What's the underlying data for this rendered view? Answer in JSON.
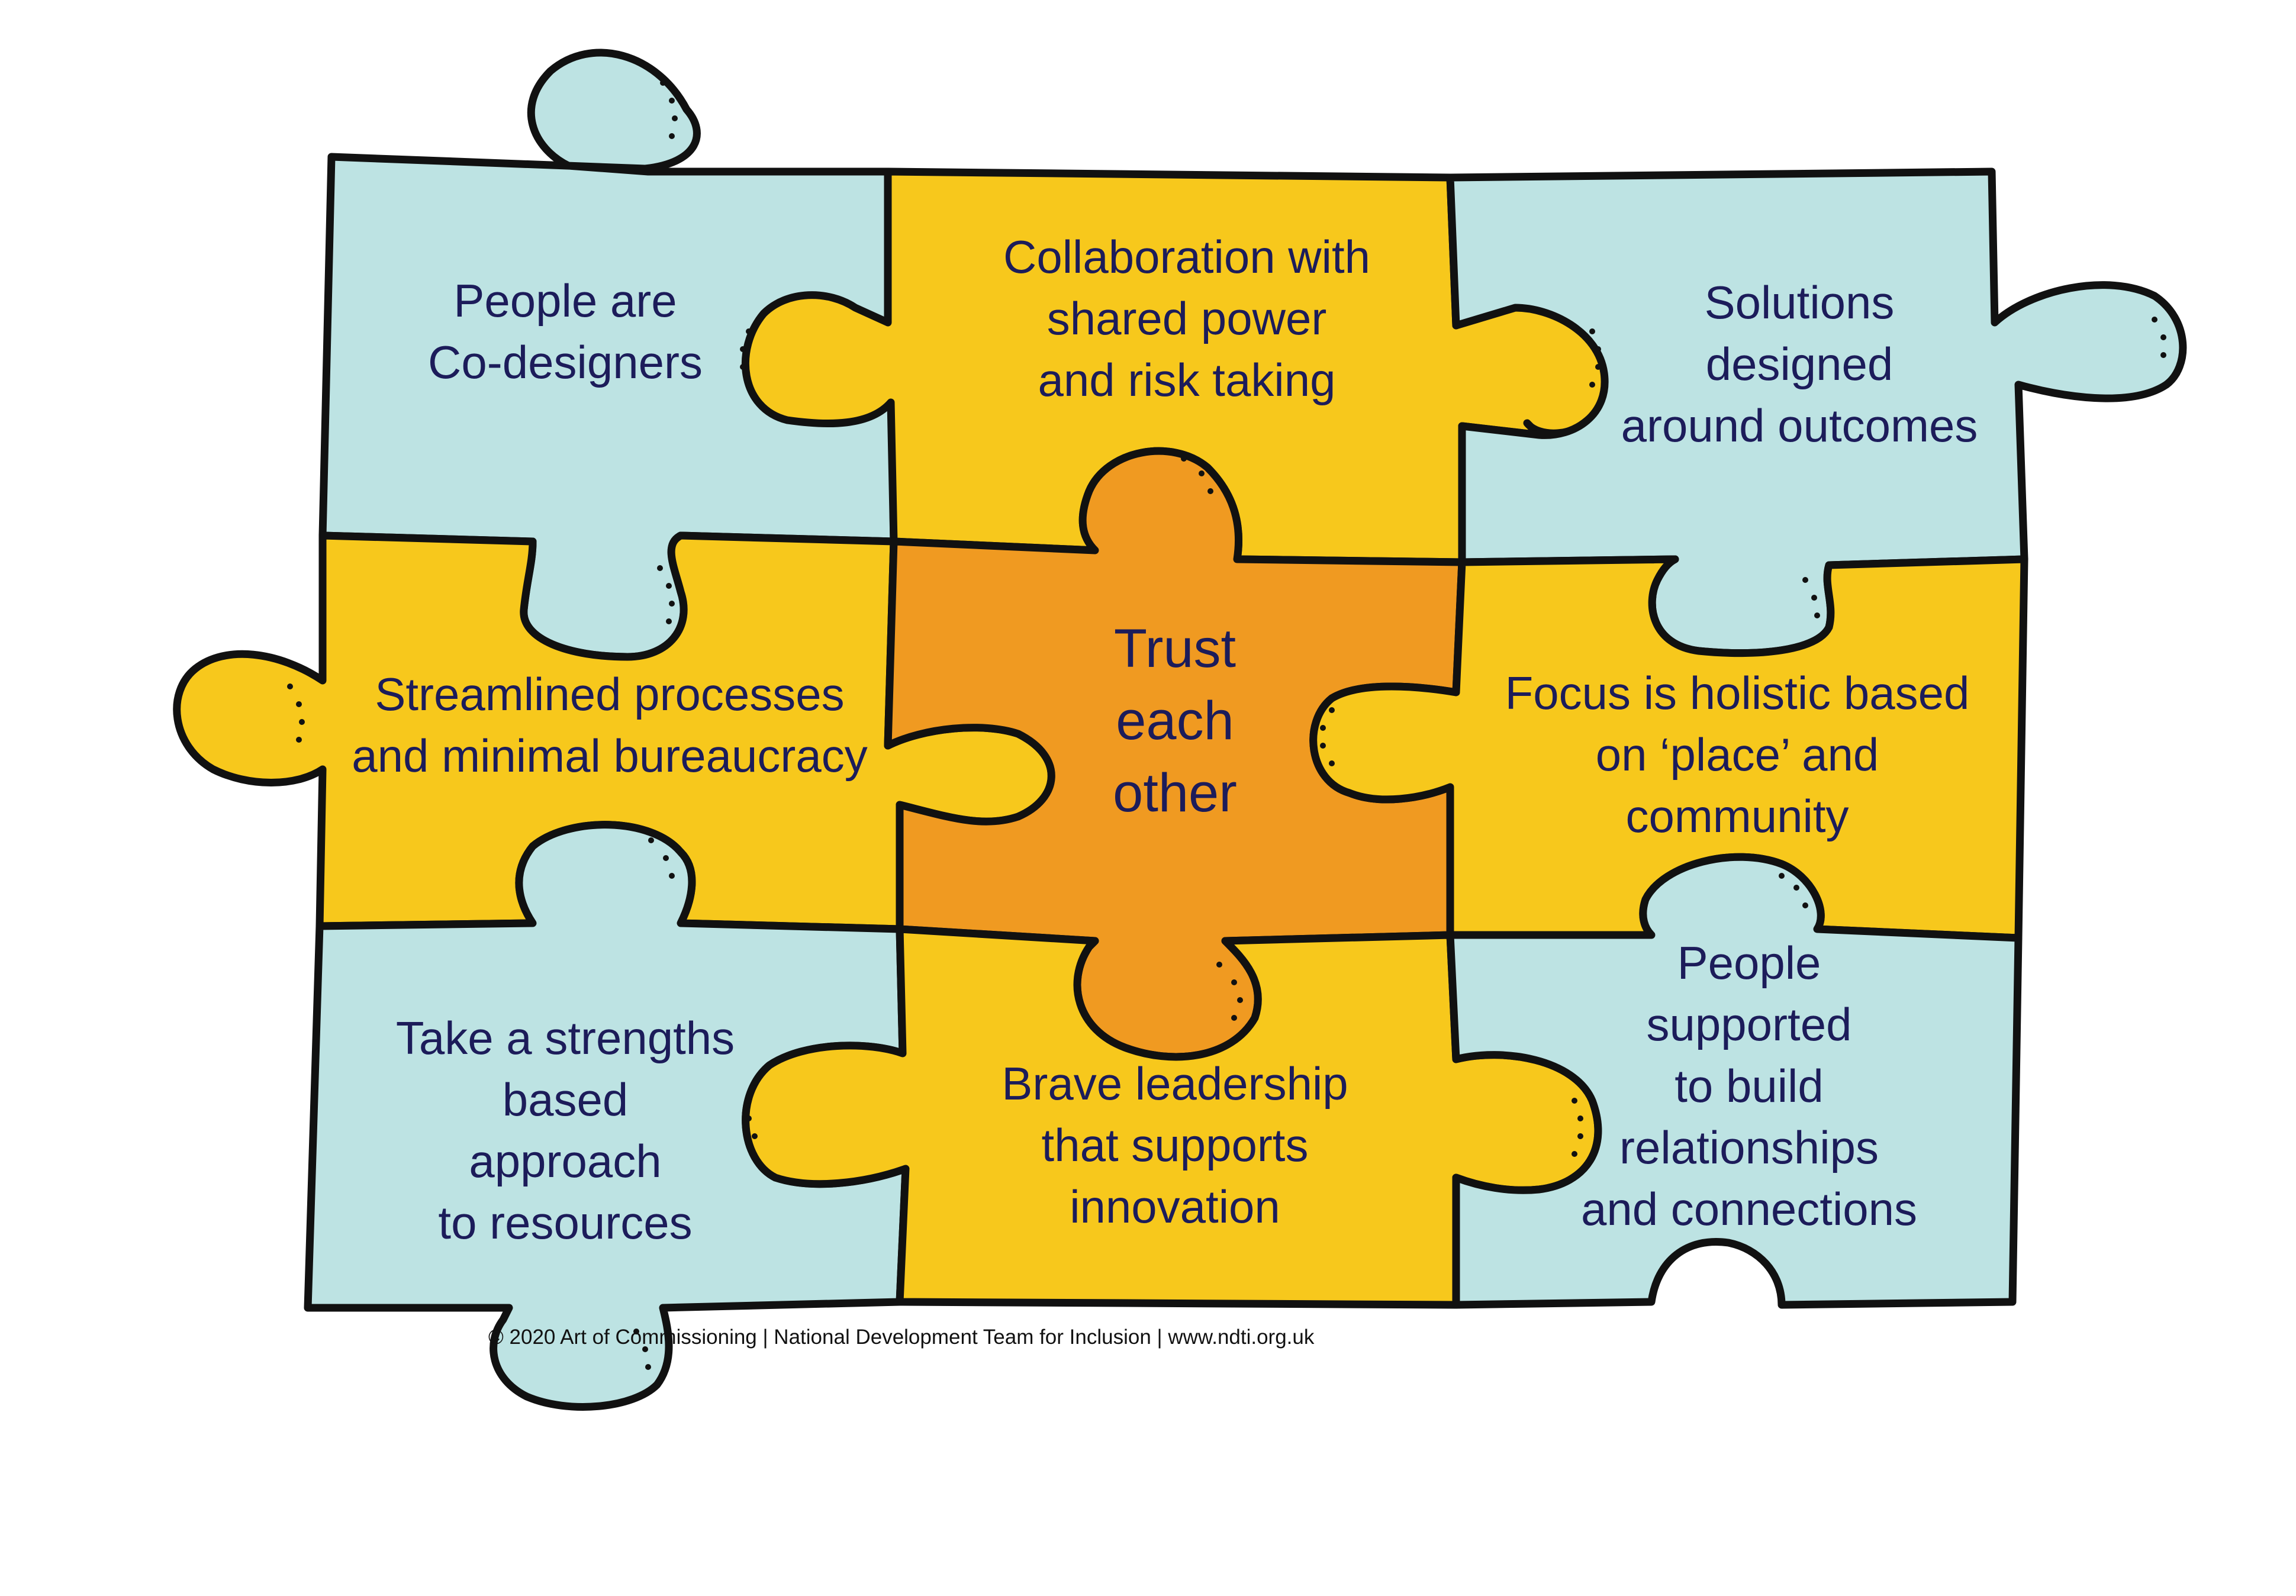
{
  "colors": {
    "blue_piece": "#bde3e3",
    "yellow_piece": "#f7c81c",
    "orange_piece": "#f09a21",
    "outline": "#111111",
    "text": "#1c1c5a"
  },
  "pieces": {
    "top_left": {
      "text": "People are\nCo-designers"
    },
    "top_center": {
      "text": "Collaboration with\nshared power\nand risk taking"
    },
    "top_right": {
      "text": "Solutions\ndesigned\naround outcomes"
    },
    "middle_left": {
      "text": "Streamlined processes\nand minimal bureaucracy"
    },
    "center": {
      "text": "Trust\neach\nother"
    },
    "middle_right": {
      "text": "Focus is holistic based\non ‘place’ and\ncommunity"
    },
    "bottom_left": {
      "text": "Take a strengths\nbased\napproach\nto resources"
    },
    "bottom_center": {
      "text": "Brave leadership\nthat supports\ninnovation"
    },
    "bottom_right": {
      "text": "People\nsupported\nto build\nrelationships\nand connections"
    }
  },
  "footer": {
    "text": "© 2020 Art of Commissioning | National Development Team for Inclusion | www.ndti.org.uk"
  }
}
